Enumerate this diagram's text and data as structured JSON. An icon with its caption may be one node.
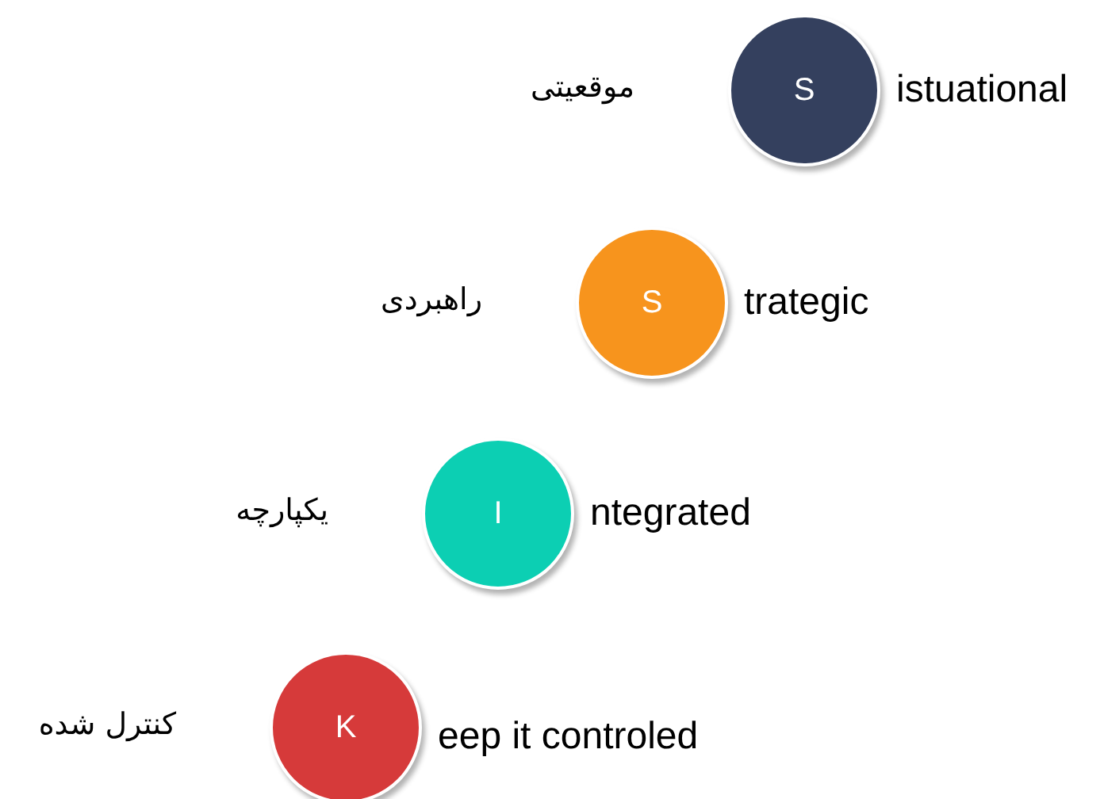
{
  "diagram": {
    "nodes": [
      {
        "text": [
          "S"
        ],
        "beside": [
          "istuational",
          "موقعیتی"
        ]
      },
      {
        "text": [
          "S"
        ],
        "beside": [
          "trategic",
          "راهبردی"
        ]
      },
      {
        "text": [
          "I"
        ],
        "beside": [
          "ntegrated",
          "یکپارچه"
        ]
      },
      {
        "text": [
          "K"
        ],
        "beside": [
          "eep it controled",
          "کنترل شده"
        ]
      }
    ]
  }
}
